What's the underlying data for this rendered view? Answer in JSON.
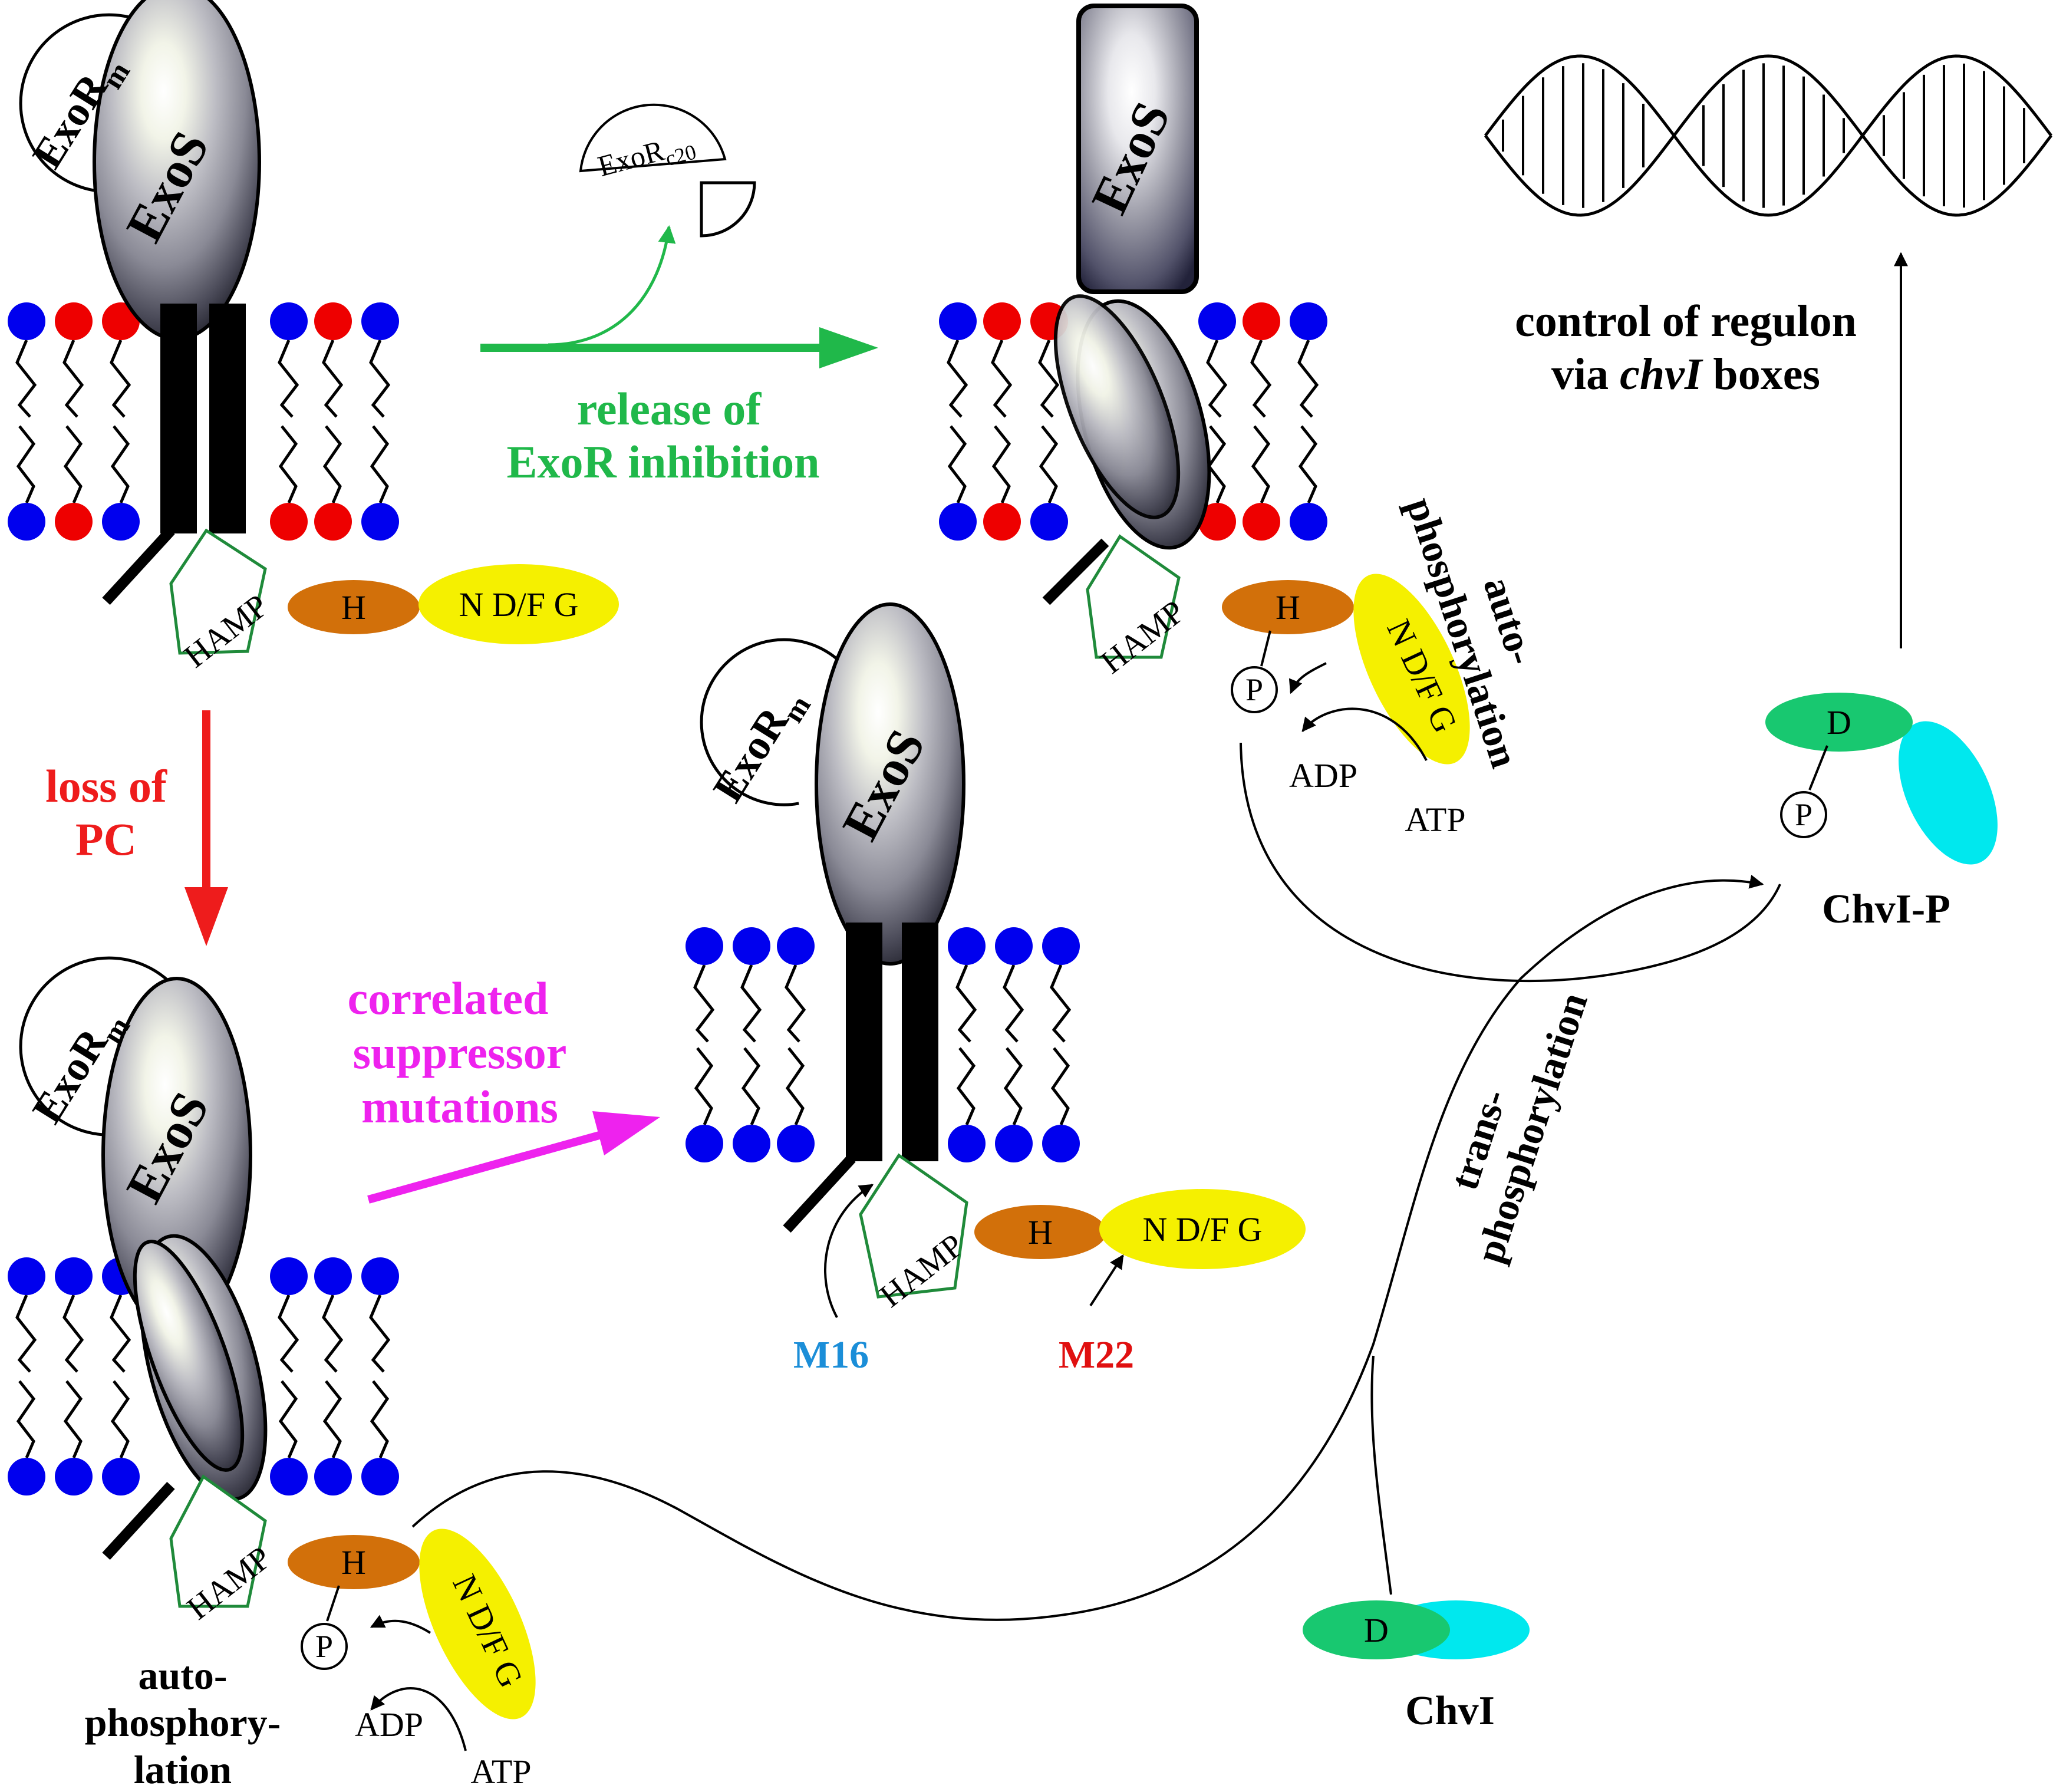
{
  "colors": {
    "head_blue": "#0000ee",
    "head_red": "#ee0000",
    "hamp": "#1f8a3a",
    "h_domain": "#d2700a",
    "ndfg_domain": "#f5f000",
    "d_domain": "#18c870",
    "chvi_cyan": "#00e8ee",
    "green_arrow": "#20b84a",
    "red_arrow": "#ee1c1c",
    "magenta_arrow": "#ee22ee",
    "m16": "#1b8ed8",
    "m22": "#e01010"
  },
  "labels": {
    "exor_m": "ExoR",
    "exor_sub_m": "m",
    "exor_c20": "ExoR",
    "exor_sub_c20": "c20",
    "exos": "ExoS",
    "hamp": "HAMP",
    "h": "H",
    "ndfg": "N D/F G",
    "p": "P",
    "d": "D",
    "adp": "ADP",
    "atp": "ATP"
  },
  "texts": {
    "release_line1": "release of",
    "release_line2": "ExoR inhibition",
    "loss_line1": "loss of",
    "loss_line2": "PC",
    "corr_line1": "correlated",
    "corr_line2": "suppressor",
    "corr_line3": "mutations",
    "auto_bl_line1": "auto-",
    "auto_bl_line2": "phosphory-",
    "auto_bl_line3": "lation",
    "auto_tr_line1": "auto-",
    "auto_tr_line2": "phosphorylation",
    "trans_line1": "trans-",
    "trans_line2": "phosphorylation",
    "control_line1": "control of regulon",
    "control_line2_pre": "via ",
    "control_line2_italic": "chvI",
    "control_line2_post": " boxes",
    "chvi": "ChvI",
    "chvi_p": "ChvI-P",
    "m16": "M16",
    "m22": "M22"
  }
}
